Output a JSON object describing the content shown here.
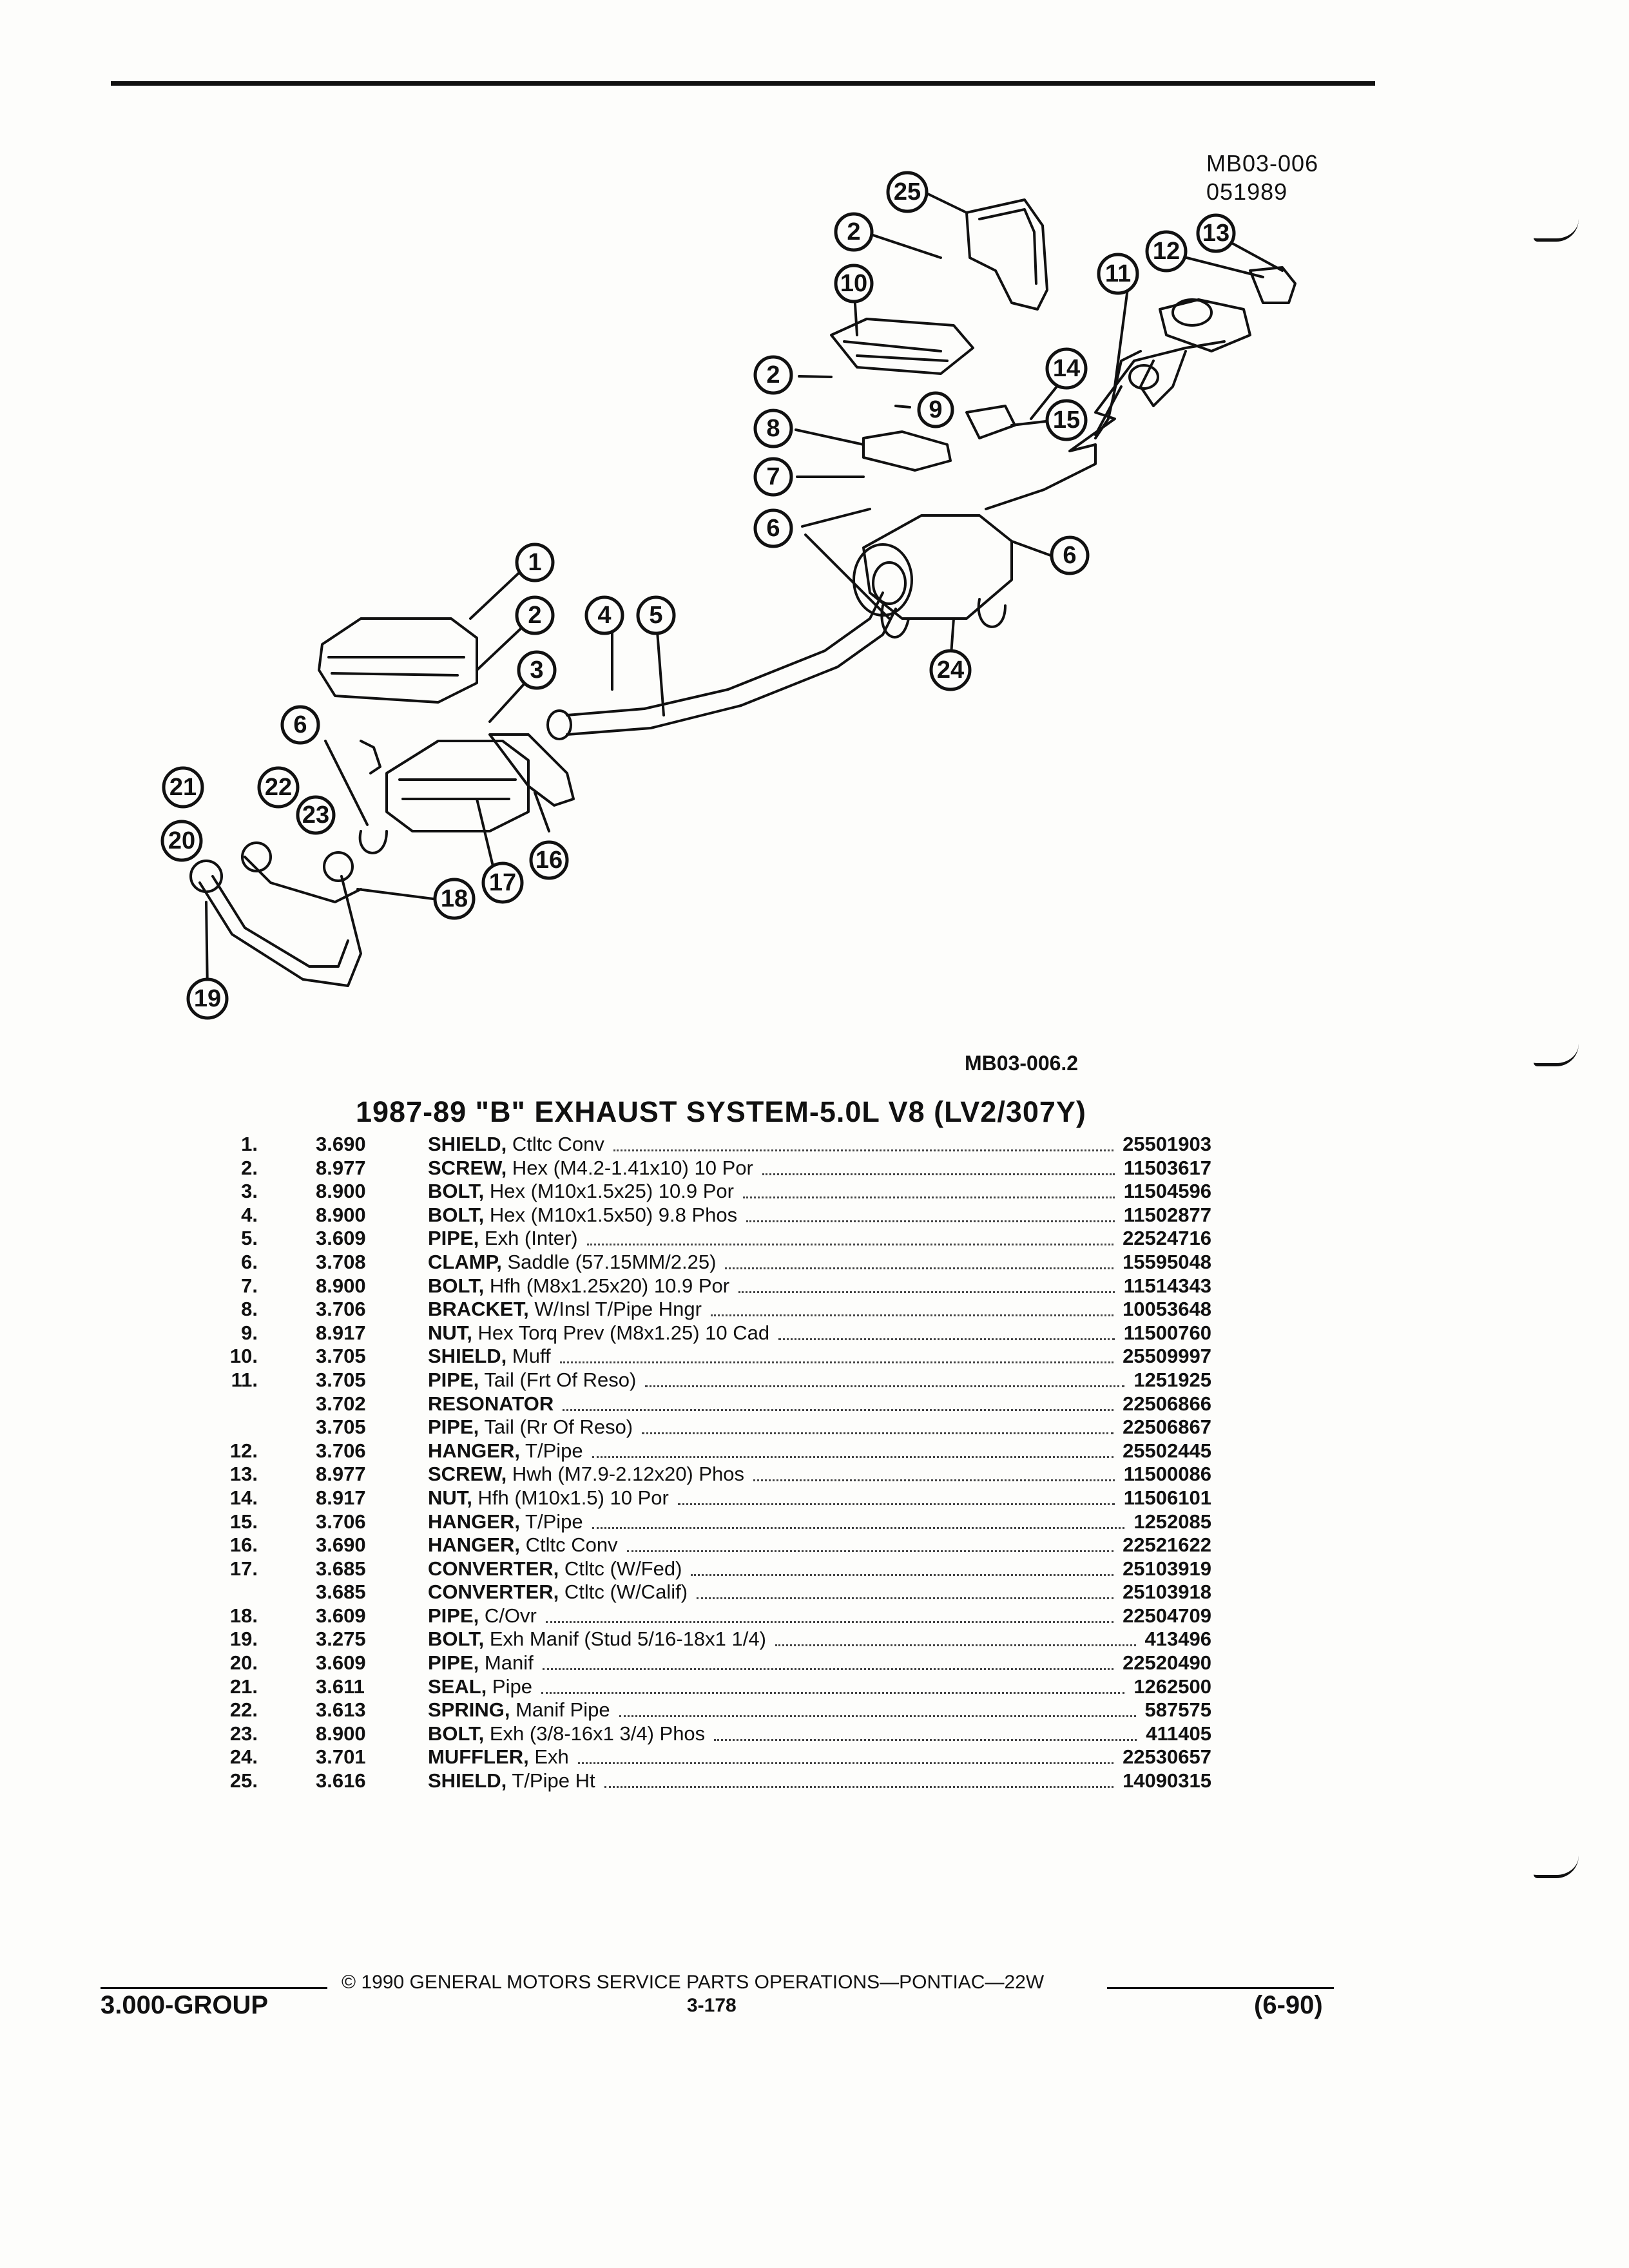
{
  "figure": {
    "code_line1": "MB03-006",
    "code_line2": "051989",
    "sub_code": "MB03-006.2",
    "callouts": [
      "1",
      "2",
      "3",
      "4",
      "5",
      "6",
      "7",
      "8",
      "9",
      "10",
      "11",
      "12",
      "13",
      "14",
      "15",
      "16",
      "17",
      "18",
      "19",
      "20",
      "21",
      "22",
      "23",
      "24",
      "25"
    ]
  },
  "title": "1987-89 \"B\" EXHAUST SYSTEM-5.0L V8 (LV2/307Y)",
  "parts": [
    {
      "num": "1.",
      "group": "3.690",
      "name": "SHIELD,",
      "spec": "Ctltc Conv",
      "part_no": "25501903"
    },
    {
      "num": "2.",
      "group": "8.977",
      "name": "SCREW,",
      "spec": "Hex (M4.2-1.41x10) 10 Por",
      "part_no": "11503617"
    },
    {
      "num": "3.",
      "group": "8.900",
      "name": "BOLT,",
      "spec": "Hex (M10x1.5x25) 10.9 Por",
      "part_no": "11504596"
    },
    {
      "num": "4.",
      "group": "8.900",
      "name": "BOLT,",
      "spec": "Hex (M10x1.5x50) 9.8 Phos",
      "part_no": "11502877"
    },
    {
      "num": "5.",
      "group": "3.609",
      "name": "PIPE,",
      "spec": "Exh (Inter)",
      "part_no": "22524716"
    },
    {
      "num": "6.",
      "group": "3.708",
      "name": "CLAMP,",
      "spec": "Saddle (57.15MM/2.25)",
      "part_no": "15595048"
    },
    {
      "num": "7.",
      "group": "8.900",
      "name": "BOLT,",
      "spec": "Hfh (M8x1.25x20) 10.9 Por",
      "part_no": "11514343"
    },
    {
      "num": "8.",
      "group": "3.706",
      "name": "BRACKET,",
      "spec": "W/Insl T/Pipe Hngr",
      "part_no": "10053648"
    },
    {
      "num": "9.",
      "group": "8.917",
      "name": "NUT,",
      "spec": "Hex Torq Prev (M8x1.25) 10 Cad",
      "part_no": "11500760"
    },
    {
      "num": "10.",
      "group": "3.705",
      "name": "SHIELD,",
      "spec": "Muff",
      "part_no": "25509997"
    },
    {
      "num": "11.",
      "group": "3.705",
      "name": "PIPE,",
      "spec": "Tail (Frt Of Reso)",
      "part_no": "1251925"
    },
    {
      "num": "",
      "group": "3.702",
      "name": "RESONATOR",
      "spec": "",
      "part_no": "22506866"
    },
    {
      "num": "",
      "group": "3.705",
      "name": "PIPE,",
      "spec": "Tail (Rr Of Reso)",
      "part_no": "22506867"
    },
    {
      "num": "12.",
      "group": "3.706",
      "name": "HANGER,",
      "spec": "T/Pipe",
      "part_no": "25502445"
    },
    {
      "num": "13.",
      "group": "8.977",
      "name": "SCREW,",
      "spec": "Hwh (M7.9-2.12x20) Phos",
      "part_no": "11500086"
    },
    {
      "num": "14.",
      "group": "8.917",
      "name": "NUT,",
      "spec": "Hfh (M10x1.5) 10 Por",
      "part_no": "11506101"
    },
    {
      "num": "15.",
      "group": "3.706",
      "name": "HANGER,",
      "spec": "T/Pipe",
      "part_no": "1252085"
    },
    {
      "num": "16.",
      "group": "3.690",
      "name": "HANGER,",
      "spec": "Ctltc Conv",
      "part_no": "22521622"
    },
    {
      "num": "17.",
      "group": "3.685",
      "name": "CONVERTER,",
      "spec": "Ctltc (W/Fed)",
      "part_no": "25103919"
    },
    {
      "num": "",
      "group": "3.685",
      "name": "CONVERTER,",
      "spec": "Ctltc (W/Calif)",
      "part_no": "25103918"
    },
    {
      "num": "18.",
      "group": "3.609",
      "name": "PIPE,",
      "spec": "C/Ovr",
      "part_no": "22504709"
    },
    {
      "num": "19.",
      "group": "3.275",
      "name": "BOLT,",
      "spec": "Exh Manif (Stud 5/16-18x1 1/4)",
      "part_no": "413496"
    },
    {
      "num": "20.",
      "group": "3.609",
      "name": "PIPE,",
      "spec": "Manif",
      "part_no": "22520490"
    },
    {
      "num": "21.",
      "group": "3.611",
      "name": "SEAL,",
      "spec": "Pipe",
      "part_no": "1262500"
    },
    {
      "num": "22.",
      "group": "3.613",
      "name": "SPRING,",
      "spec": "Manif Pipe",
      "part_no": "587575"
    },
    {
      "num": "23.",
      "group": "8.900",
      "name": "BOLT,",
      "spec": "Exh (3/8-16x1 3/4) Phos",
      "part_no": "411405"
    },
    {
      "num": "24.",
      "group": "3.701",
      "name": "MUFFLER,",
      "spec": "Exh",
      "part_no": "22530657"
    },
    {
      "num": "25.",
      "group": "3.616",
      "name": "SHIELD,",
      "spec": "T/Pipe Ht",
      "part_no": "14090315"
    }
  ],
  "footer": {
    "copyright": "© 1990 GENERAL MOTORS SERVICE PARTS OPERATIONS—PONTIAC—22W",
    "group": "3.000-GROUP",
    "page": "3-178",
    "date": "(6-90)"
  }
}
